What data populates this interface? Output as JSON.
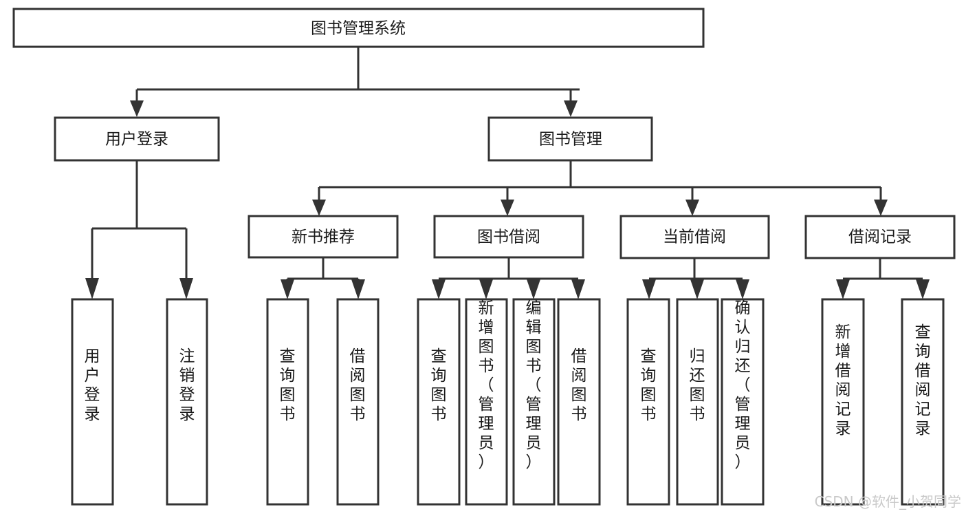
{
  "diagram": {
    "title": "图书管理系统",
    "type": "tree-hierarchy",
    "orientation": "top-down",
    "colors": {
      "box_border": "#333333",
      "box_fill": "#ffffff",
      "text": "#1a1a1a",
      "connector": "#333333",
      "watermark": "#c9c9c9",
      "background": "#ffffff"
    },
    "root": {
      "id": "root",
      "label": "图书管理系统",
      "orientation": "horizontal"
    },
    "level2": [
      {
        "id": "user-login",
        "label": "用户登录",
        "orientation": "horizontal"
      },
      {
        "id": "book-management",
        "label": "图书管理",
        "orientation": "horizontal"
      }
    ],
    "level3": [
      {
        "id": "new-book-recommend",
        "label": "新书推荐",
        "orientation": "horizontal",
        "parent": "book-management"
      },
      {
        "id": "book-borrow",
        "label": "图书借阅",
        "orientation": "horizontal",
        "parent": "book-management"
      },
      {
        "id": "current-borrow",
        "label": "当前借阅",
        "orientation": "horizontal",
        "parent": "book-management"
      },
      {
        "id": "borrow-record",
        "label": "借阅记录",
        "orientation": "horizontal",
        "parent": "book-management"
      }
    ],
    "leaves": [
      {
        "id": "leaf-user-login",
        "label": "用户登录",
        "orientation": "vertical",
        "parent": "user-login"
      },
      {
        "id": "leaf-logout-login",
        "label": "注销登录",
        "orientation": "vertical",
        "parent": "user-login"
      },
      {
        "id": "leaf-query-book-1",
        "label": "查询图书",
        "orientation": "vertical",
        "parent": "new-book-recommend"
      },
      {
        "id": "leaf-borrow-book-1",
        "label": "借阅图书",
        "orientation": "vertical",
        "parent": "new-book-recommend"
      },
      {
        "id": "leaf-query-book-2",
        "label": "查询图书",
        "orientation": "vertical",
        "parent": "book-borrow"
      },
      {
        "id": "leaf-add-book",
        "label": "新增图书（管理员）",
        "orientation": "vertical",
        "parent": "book-borrow"
      },
      {
        "id": "leaf-edit-book",
        "label": "编辑图书（管理员）",
        "orientation": "vertical",
        "parent": "book-borrow"
      },
      {
        "id": "leaf-borrow-book-2",
        "label": "借阅图书",
        "orientation": "vertical",
        "parent": "book-borrow"
      },
      {
        "id": "leaf-query-book-3",
        "label": "查询图书",
        "orientation": "vertical",
        "parent": "current-borrow"
      },
      {
        "id": "leaf-return-book",
        "label": "归还图书",
        "orientation": "vertical",
        "parent": "current-borrow"
      },
      {
        "id": "leaf-confirm-return",
        "label": "确认归还（管理员）",
        "orientation": "vertical",
        "parent": "current-borrow"
      },
      {
        "id": "leaf-add-borrow-record",
        "label": "新增借阅记录",
        "orientation": "vertical",
        "parent": "borrow-record"
      },
      {
        "id": "leaf-query-borrow-record",
        "label": "查询借阅记录",
        "orientation": "vertical",
        "parent": "borrow-record"
      }
    ]
  },
  "watermark": {
    "text": "CSDN @软件_小贺同学"
  }
}
